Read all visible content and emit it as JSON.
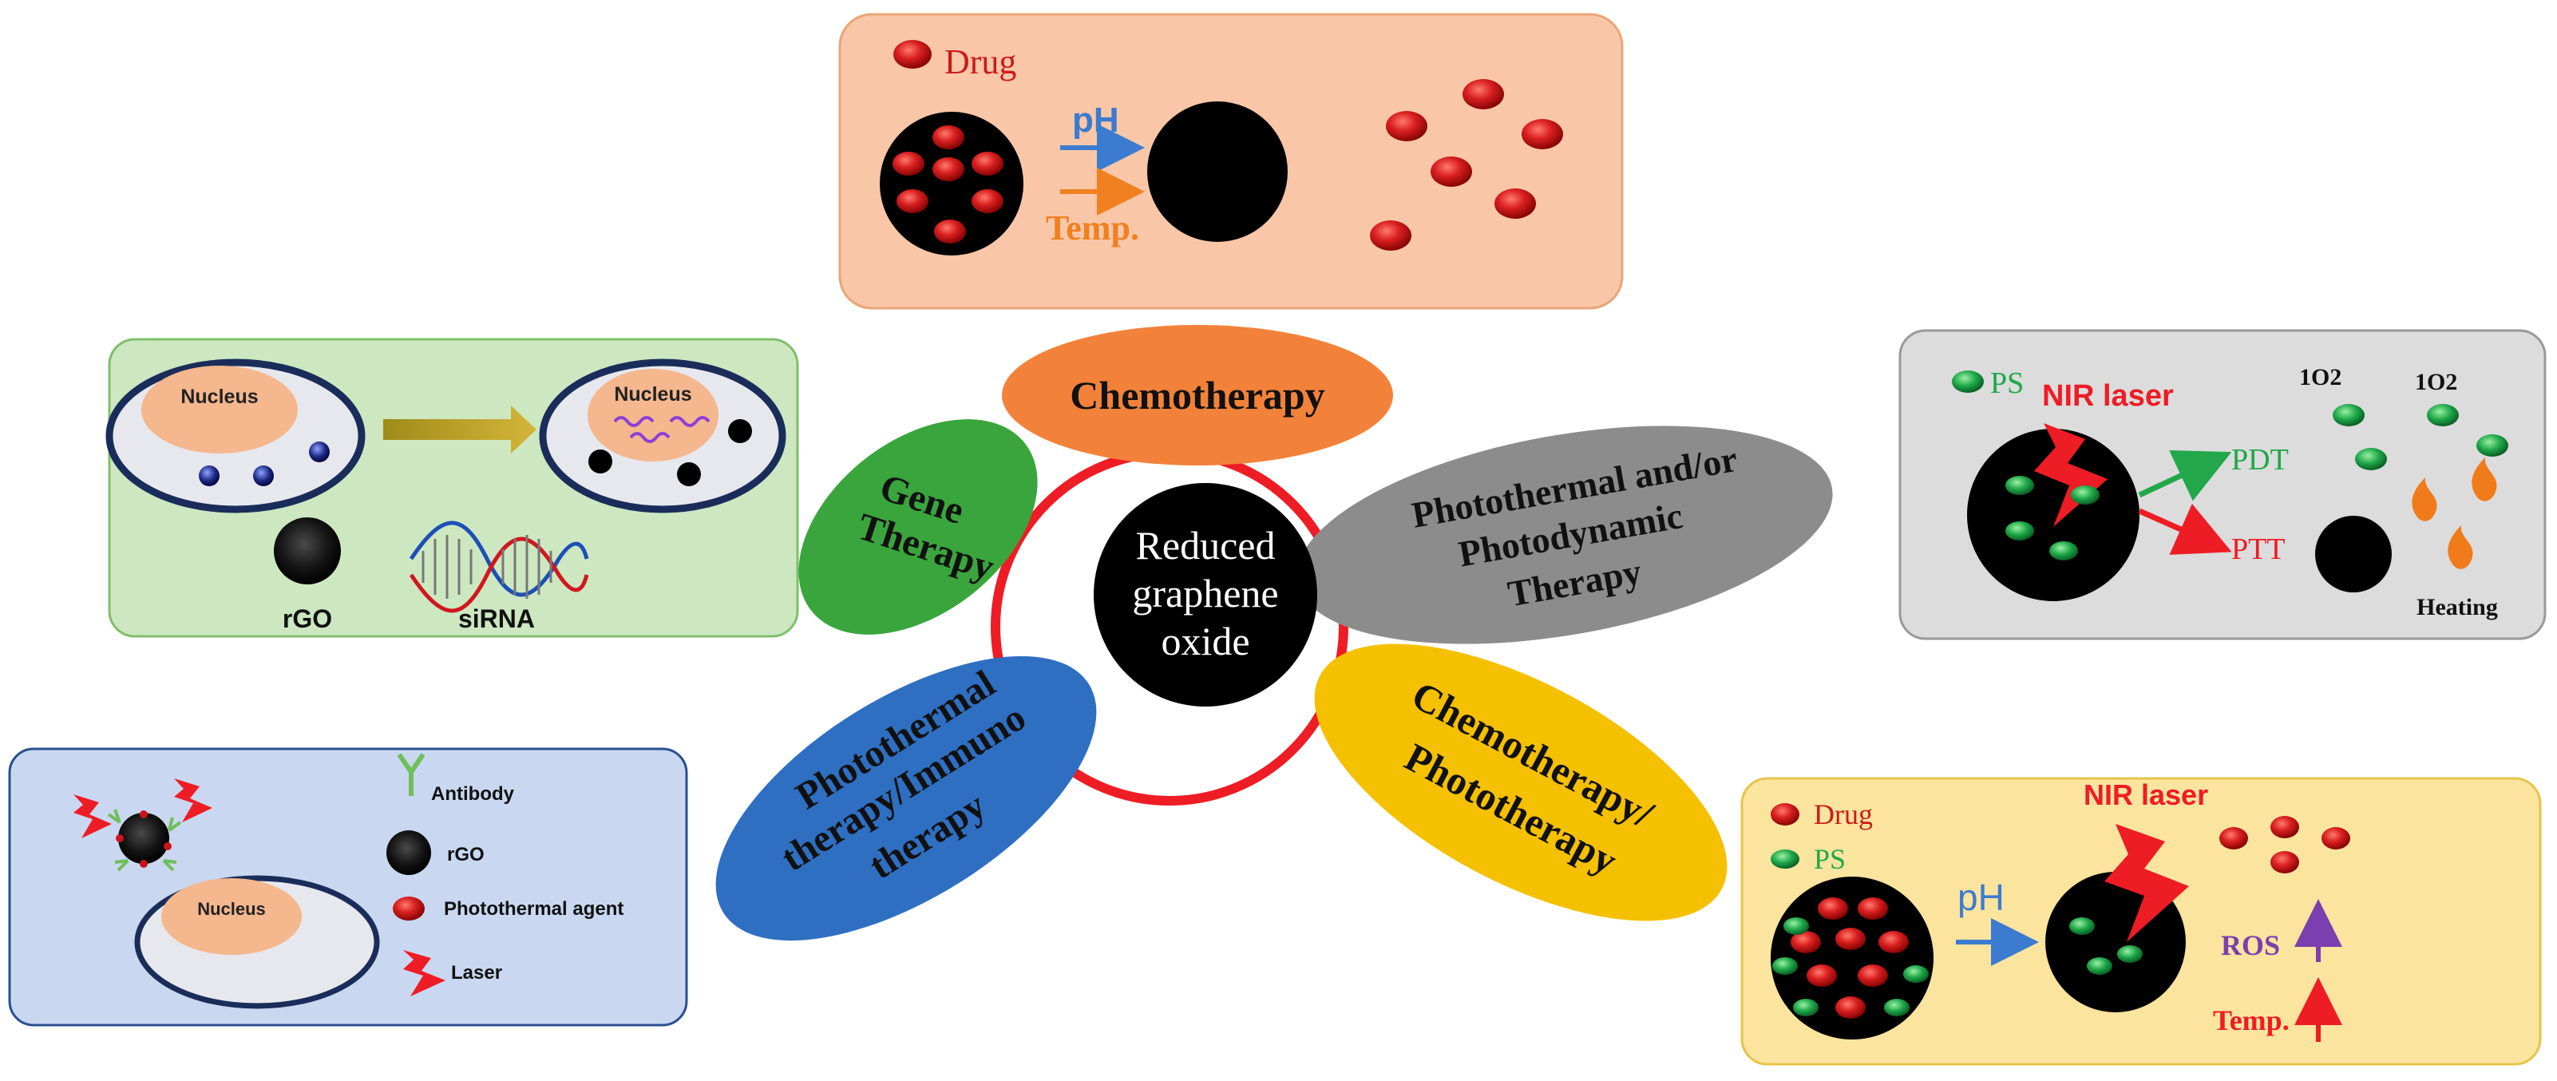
{
  "center": {
    "line1": "Reduced",
    "line2": "graphene",
    "line3": "oxide"
  },
  "therapies": {
    "chemo": "Chemotherapy",
    "gene": {
      "line1": "Gene",
      "line2": "Therapy"
    },
    "ptt_pdt": {
      "line1": "Photothermal and/or",
      "line2": "Photodynamic",
      "line3": "Therapy"
    },
    "chemo_photo": {
      "line1": "Chemotherapy/",
      "line2": "Phototherapy"
    },
    "ptt_immuno": {
      "line1": "Photothermal",
      "line2": "therapy/Immuno",
      "line3": "therapy"
    }
  },
  "chemo_panel": {
    "legend_drug": "Drug",
    "ph": "pH",
    "temp": "Temp."
  },
  "gene_panel": {
    "nucleus_left": "Nucleus",
    "nucleus_right": "Nucleus",
    "rgo": "rGO",
    "sirna": "siRNA"
  },
  "pdt_panel": {
    "ps": "PS",
    "laser": "NIR laser",
    "pdt": "PDT",
    "ptt": "PTT",
    "singlet_a": "1O2",
    "singlet_b": "1O2",
    "heating": "Heating"
  },
  "combo_panel": {
    "drug": "Drug",
    "ps": "PS",
    "laser": "NIR laser",
    "ph": "pH",
    "ros": "ROS",
    "temp": "Temp."
  },
  "immuno_panel": {
    "antibody": "Antibody",
    "rgo": "rGO",
    "agent": "Photothermal agent",
    "laser": "Laser",
    "nucleus": "Nucleus"
  },
  "colors": {
    "ring": "#ee1c24",
    "chemo": "#f2823a",
    "gene": "#3aa53c",
    "ptt_pdt": "#8c8c8c",
    "chemo_photo": "#f5c000",
    "ptt_immuno": "#2e6fc2",
    "drug": "#c9151b",
    "ps": "#1f9e3f",
    "ph_arrow": "#3b7bd0",
    "temp_arrow": "#f08020"
  }
}
